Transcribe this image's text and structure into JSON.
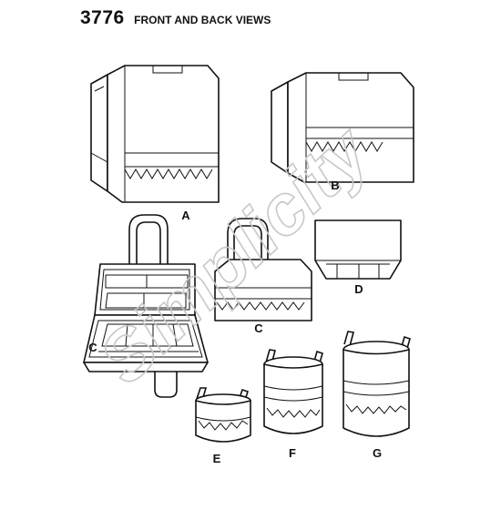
{
  "header": {
    "pattern_number": "3776",
    "title": "FRONT AND BACK VIEWS"
  },
  "watermark": {
    "text": "Simplicity"
  },
  "views": {
    "a": {
      "label": "A"
    },
    "b": {
      "label": "B"
    },
    "c_open": {
      "label": "C"
    },
    "c_closed": {
      "label": "C"
    },
    "d": {
      "label": "D"
    },
    "e": {
      "label": "E"
    },
    "f": {
      "label": "F"
    },
    "g": {
      "label": "G"
    }
  },
  "colors": {
    "line": "#111111",
    "paper": "#ffffff",
    "watermark": "#c8c8c8"
  }
}
